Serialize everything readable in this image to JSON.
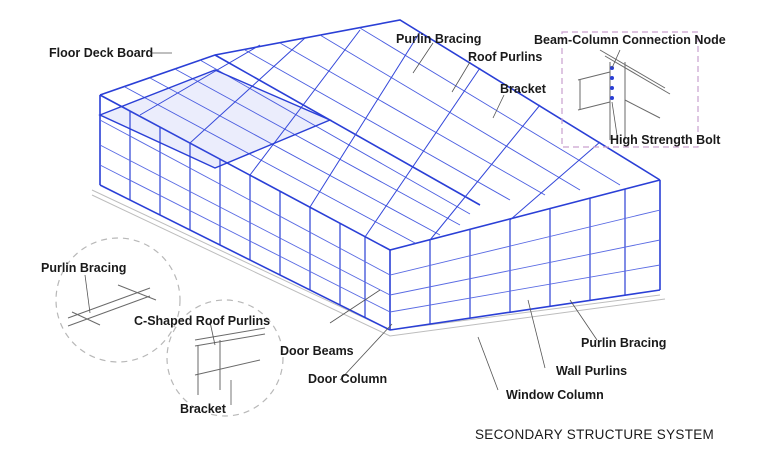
{
  "diagram": {
    "title": "SECONDARY STRUCTURE  SYSTEM",
    "colors": {
      "frame": "#2a3fd6",
      "frame_light": "#7f8fee",
      "leader": "#555555",
      "dash_circle": "#b8b8b8",
      "dash_box": "#c9a0cf",
      "text": "#1a1a1a"
    },
    "labels": {
      "floor_deck_board": "Floor Deck Board",
      "purlin_bracing_top": "Purlin Bracing",
      "roof_purlins": "Roof Purlins",
      "bracket_top": "Bracket",
      "beam_column_connection_node": "Beam-Column Connection Node",
      "high_strength_bolt": "High Strength Bolt",
      "purlin_bracing_left": "Purlin Bracing",
      "c_shaped_roof_purlins": "C-Shaped Roof Purlins",
      "bracket_bottom": "Bracket",
      "door_beams": "Door Beams",
      "door_column": "Door Column",
      "purlin_bracing_right": "Purlin Bracing",
      "wall_purlins": "Wall Purlins",
      "window_column": "Window Column"
    }
  }
}
